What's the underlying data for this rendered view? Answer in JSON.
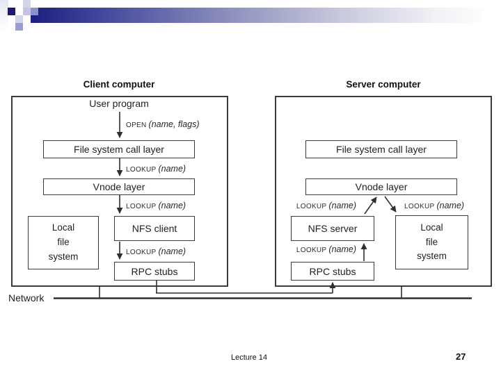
{
  "theme": {
    "banner_dark": "#1d1e7e",
    "banner_mid": "#9093be",
    "banner_light": "#f4f4f9",
    "line_color": "#2f2f2f"
  },
  "diagram": {
    "network_label": "Network",
    "ops": {
      "open": {
        "op": "OPEN",
        "args": "(name, flags)"
      },
      "lookup": {
        "op": "LOOKUP",
        "args": "(name)"
      }
    },
    "client": {
      "title": "Client computer",
      "user_program": "User program",
      "file_system_call_layer": "File system call layer",
      "vnode_layer": "Vnode layer",
      "local_file_system": "Local\nfile\nsystem",
      "nfs_client": "NFS client",
      "rpc_stubs": "RPC stubs"
    },
    "server": {
      "title": "Server computer",
      "file_system_call_layer": "File system call layer",
      "vnode_layer": "Vnode layer",
      "nfs_server": "NFS server",
      "local_file_system": "Local\nfile\nsystem",
      "rpc_stubs": "RPC stubs"
    }
  },
  "footer": {
    "lecture": "Lecture 14",
    "page_number": "27"
  }
}
